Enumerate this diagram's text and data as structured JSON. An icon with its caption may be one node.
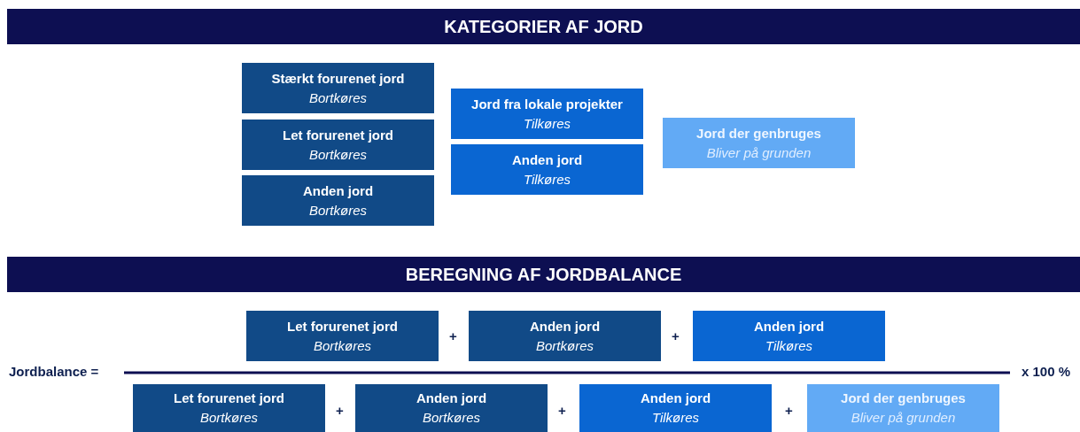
{
  "diagram": {
    "nodes": [
      {
        "text": [
          "KATEGORIER AF JORD"
        ]
      },
      {
        "text": [
          "Stærkt forurenet jord",
          "Bortkøres"
        ]
      },
      {
        "text": [
          "Let forurenet jord",
          "Bortkøres"
        ]
      },
      {
        "text": [
          "Anden jord",
          "Bortkøres"
        ]
      },
      {
        "text": [
          "Jord fra lokale projekter",
          "Tilkøres"
        ]
      },
      {
        "text": [
          "Anden jord",
          "Tilkøres"
        ]
      },
      {
        "text": [
          "Jord der genbruges",
          "Bliver på grunden"
        ]
      },
      {
        "text": [
          "BEREGNING AF JORDBALANCE"
        ]
      },
      {
        "text": [
          "Let forurenet jord",
          "Bortkøres"
        ]
      },
      {
        "text": [
          "Anden jord",
          "Bortkøres"
        ]
      },
      {
        "text": [
          "Anden jord",
          "Tilkøres"
        ]
      },
      {
        "text": [
          "Let forurenet jord",
          "Bortkøres"
        ]
      },
      {
        "text": [
          "Anden jord",
          "Bortkøres"
        ]
      },
      {
        "text": [
          "Anden jord",
          "Tilkøres"
        ]
      },
      {
        "text": [
          "Jord der genbruges",
          "Bliver på grunden"
        ]
      }
    ],
    "edges": [],
    "labels": [
      "+",
      "+",
      "Jordbalance =",
      "x 100 %",
      "+",
      "+",
      "+"
    ]
  }
}
